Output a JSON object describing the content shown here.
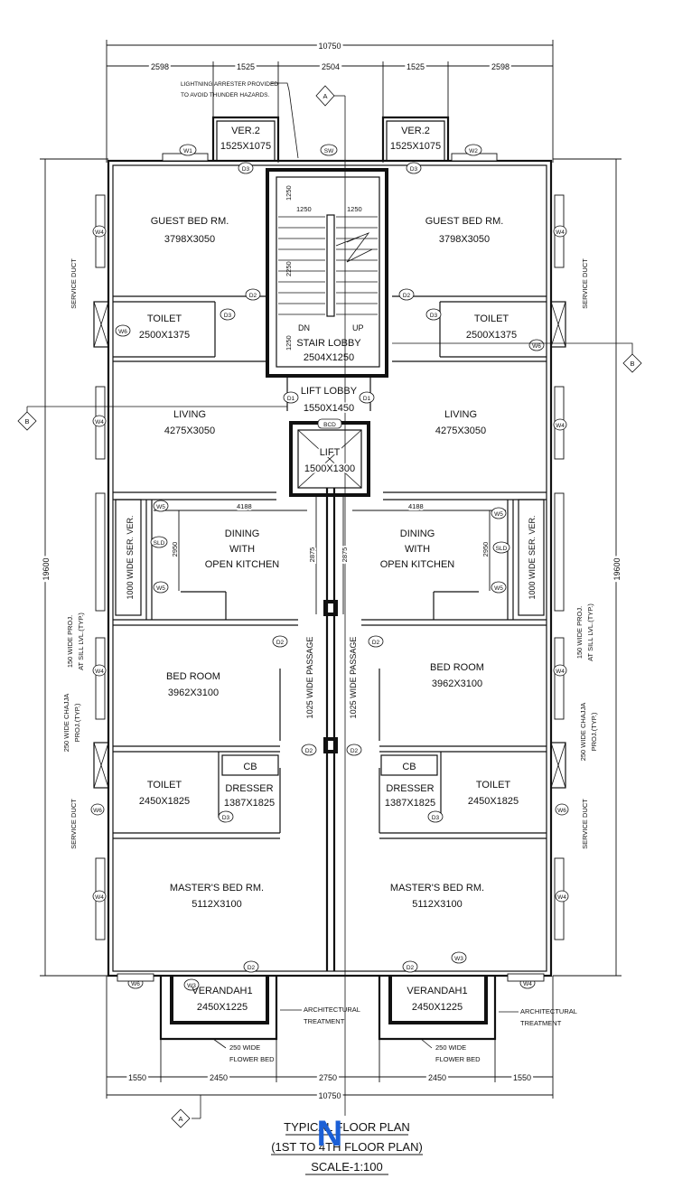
{
  "plan": {
    "overall_width": "10750",
    "overall_depth": "19600",
    "top_dims": [
      "2598",
      "1525",
      "2504",
      "1525",
      "2598"
    ],
    "bottom_dims": [
      "1550",
      "2450",
      "2750",
      "2450",
      "1550"
    ],
    "lightning_note": [
      "LIGHTNING ARRESTER PROVIDED",
      "TO AVOID THUNDER HAZARDS."
    ],
    "rooms": {
      "ver2": {
        "name": "VER.2",
        "size": "1525X1075"
      },
      "guest_bed": {
        "name": "GUEST BED RM.",
        "size": "3798X3050"
      },
      "toilet_top": {
        "name": "TOILET",
        "size": "2500X1375"
      },
      "stair_lobby": {
        "name": "STAIR LOBBY",
        "size": "2504X1250"
      },
      "lift_lobby": {
        "name": "LIFT LOBBY",
        "size": "1550X1450"
      },
      "living": {
        "name": "LIVING",
        "size": "4275X3050"
      },
      "lift": {
        "name": "LIFT",
        "size": "1500X1300"
      },
      "dining": {
        "name": [
          "DINING",
          "WITH",
          "OPEN KITCHEN"
        ]
      },
      "bed_room": {
        "name": "BED ROOM",
        "size": "3962X3100"
      },
      "toilet_mid": {
        "name": "TOILET",
        "size": "2450X1825"
      },
      "dresser": {
        "name": "DRESSER",
        "size": "1387X1825"
      },
      "cb": "CB",
      "masters_bed": {
        "name": "MASTER'S BED RM.",
        "size": "5112X3100"
      },
      "verandah": {
        "name": "VERANDAH1",
        "size": "2450X1225"
      }
    },
    "stair": {
      "dn": "DN",
      "up": "UP",
      "d1250": "1250",
      "d2250": "2250"
    },
    "annotations": {
      "service_duct": "SERVICE DUCT",
      "ser_ver": "1000 WIDE SER. VER.",
      "passage": "1025 WIDE PASSAGE",
      "sill_proj": [
        "150 WIDE PROJ.",
        "AT SILL LVL.(TYP.)"
      ],
      "chajja": [
        "250 WIDE CHAJJA",
        "PROJ.(TYP.)"
      ],
      "arch_treatment": [
        "ARCHITECTURAL",
        "TREATMENT"
      ],
      "flower_bed": [
        "250 WIDE",
        "FLOWER BED"
      ],
      "dim_4188": "4188",
      "dim_2950": "2950",
      "dim_2875": "2875"
    },
    "tags": {
      "w1": "W1",
      "w2": "W2",
      "w3": "W3",
      "w4": "W4",
      "w5": "W5",
      "w6": "W6",
      "sw": "SW",
      "d1": "D1",
      "d2": "D2",
      "d3": "D3",
      "sld": "SLD",
      "bcd": "BCD",
      "sec_a": "A",
      "sec_b": "B"
    },
    "title": {
      "line1": "TYPICAL FLOOR PLAN",
      "line2": "(1ST TO 4TH FLOOR PLAN)",
      "scale": "SCALE-1:100",
      "north": "N"
    }
  }
}
